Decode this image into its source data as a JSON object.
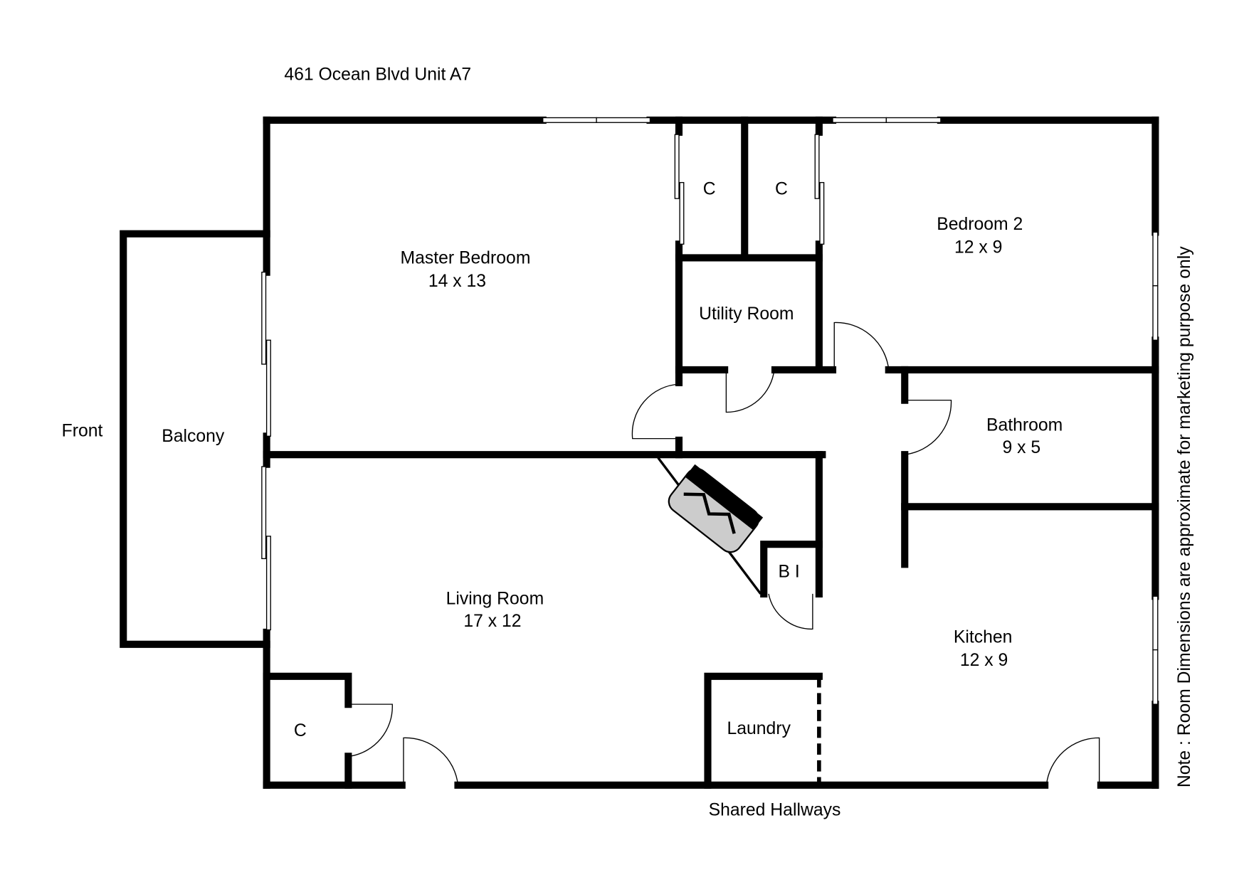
{
  "title": "461 Ocean Blvd Unit A7",
  "labels": {
    "front": "Front",
    "balcony": "Balcony",
    "shared_hallways": "Shared Hallways",
    "note": "Note : Room Dimensions are approximate for marketing purpose only"
  },
  "rooms": [
    {
      "name": "Master Bedroom",
      "size": "14 x 13"
    },
    {
      "name": "Bedroom 2",
      "size": "12 x 9"
    },
    {
      "name": "Utility Room"
    },
    {
      "name": "Bathroom",
      "size": "9 x 5"
    },
    {
      "name": "Living Room",
      "size": "17 x 12"
    },
    {
      "name": "Kitchen",
      "size": "12 x 9"
    },
    {
      "name": "Laundry"
    },
    {
      "name": "B I"
    },
    {
      "name": "C"
    },
    {
      "name": "C"
    },
    {
      "name": "C"
    }
  ]
}
